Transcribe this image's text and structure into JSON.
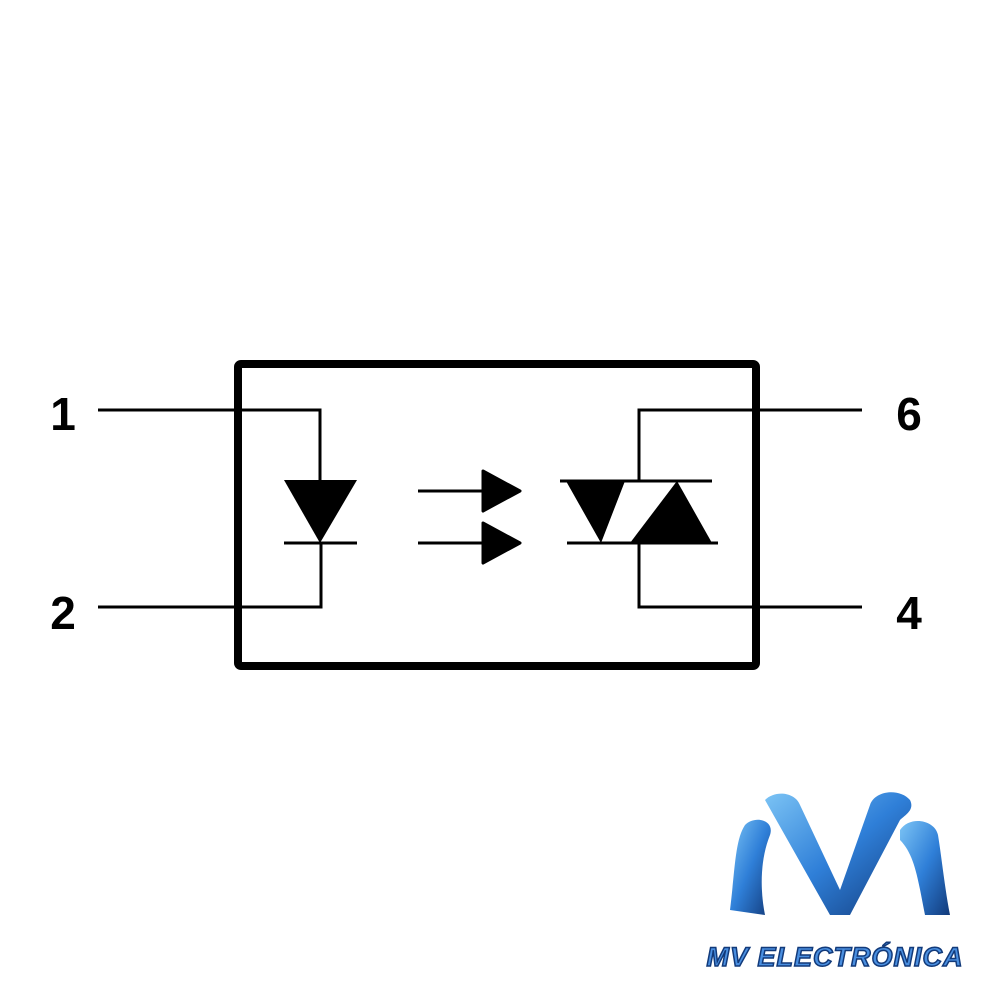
{
  "diagram": {
    "type": "optocoupler-triac-schematic",
    "pins": {
      "p1": "1",
      "p2": "2",
      "p6": "6",
      "p4": "4"
    }
  },
  "logo": {
    "text": "MV ELECTRÓNICA",
    "colors": {
      "primary": "#2f7fd8",
      "dark": "#123a7a",
      "light": "#7cc4f5"
    }
  }
}
